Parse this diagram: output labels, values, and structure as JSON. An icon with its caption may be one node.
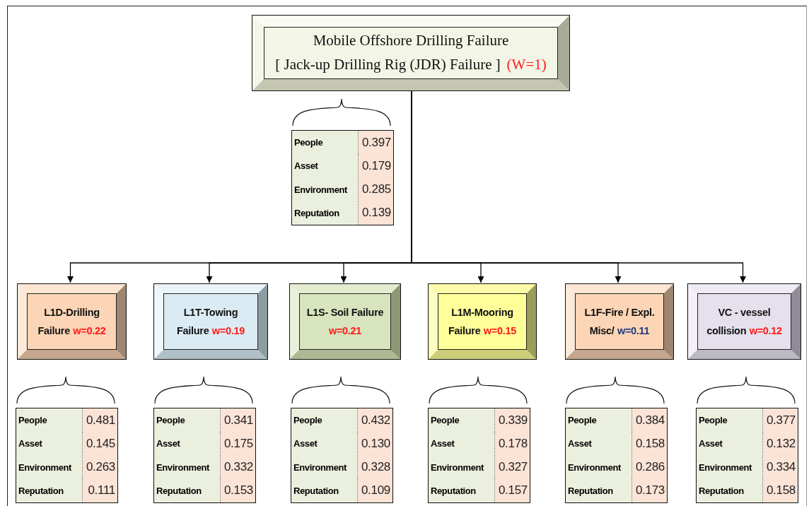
{
  "diagram": {
    "nodes": [
      {
        "text": [
          "Mobile Offshore Drilling Failure",
          "[ Jack-up Drilling Rig (JDR) Failure ]",
          "(W=1)"
        ]
      },
      {
        "text": [
          "L1D-Drilling Failure",
          "w=0.22"
        ]
      },
      {
        "text": [
          "L1T-Towing Failure",
          "w=0.19"
        ]
      },
      {
        "text": [
          "L1S- Soil Failure",
          "w=0.21"
        ]
      },
      {
        "text": [
          "L1M-Mooring Failure",
          "w=0.15"
        ]
      },
      {
        "text": [
          "L1F-Fire / Expl. Misc/",
          "w=0.11"
        ]
      },
      {
        "text": [
          "VC - vessel collision",
          "w=0.12"
        ]
      }
    ],
    "edges": [
      {
        "from": 0,
        "to": 1,
        "arrow": "to"
      },
      {
        "from": 0,
        "to": 2,
        "arrow": "to"
      },
      {
        "from": 0,
        "to": 3,
        "arrow": "to"
      },
      {
        "from": 0,
        "to": 4,
        "arrow": "to"
      },
      {
        "from": 0,
        "to": 5,
        "arrow": "to"
      },
      {
        "from": 0,
        "to": 6,
        "arrow": "to"
      }
    ],
    "labels": [
      "People",
      "0.397",
      "Asset",
      "0.179",
      "Environment",
      "0.285",
      "Reputation",
      "0.139",
      "People",
      "0.481",
      "Asset",
      "0.145",
      "Environment",
      "0.263",
      "Reputation",
      "0.111",
      "People",
      "0.341",
      "Asset",
      "0.175",
      "Environment",
      "0.332",
      "Reputation",
      "0.153",
      "People",
      "0.432",
      "Asset",
      "0.130",
      "Environment",
      "0.328",
      "Reputation",
      "0.109",
      "People",
      "0.339",
      "Asset",
      "0.178",
      "Environment",
      "0.327",
      "Reputation",
      "0.157",
      "People",
      "0.384",
      "Asset",
      "0.158",
      "Environment",
      "0.286",
      "Reputation",
      "0.173",
      "People",
      "0.377",
      "Asset",
      "0.132",
      "Environment",
      "0.334",
      "Reputation",
      "0.158"
    ]
  }
}
